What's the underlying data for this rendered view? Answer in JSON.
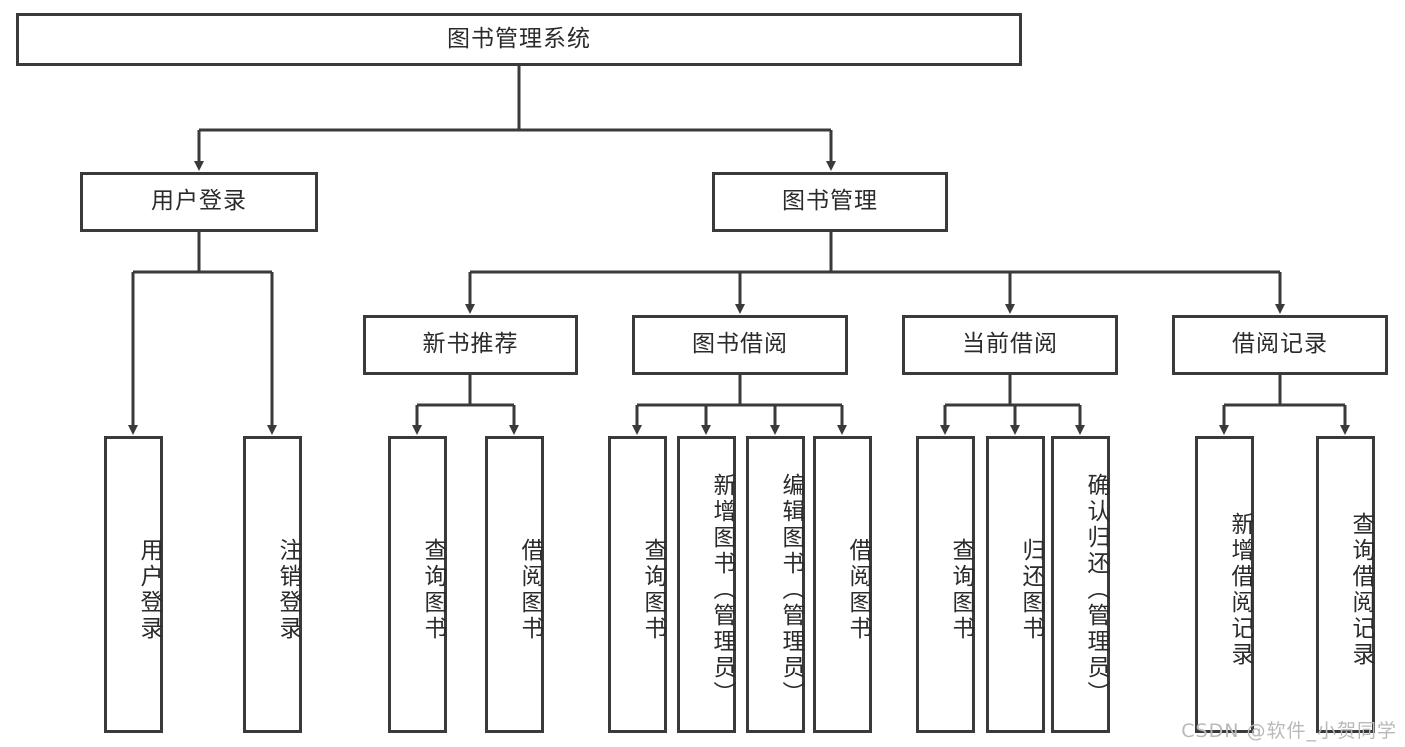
{
  "diagram": {
    "type": "tree",
    "title": "图书管理系统",
    "orientation": "top-down",
    "colors": {
      "box_border": "#3a3a3a",
      "box_fill": "#ffffff",
      "edge": "#3a3a3a",
      "text": "#2b2b2b",
      "watermark": "#b9b9b9"
    },
    "nodes": {
      "root": {
        "label": "图书管理系统"
      },
      "level2": [
        {
          "id": "user-login",
          "label": "用户登录"
        },
        {
          "id": "book-management",
          "label": "图书管理"
        }
      ],
      "level3": [
        {
          "id": "new-book-recommend",
          "label": "新书推荐"
        },
        {
          "id": "book-borrow",
          "label": "图书借阅"
        },
        {
          "id": "current-borrow",
          "label": "当前借阅"
        },
        {
          "id": "borrow-record",
          "label": "借阅记录"
        }
      ],
      "leaves": {
        "user_login": [
          {
            "id": "leaf-user-login",
            "label": "用户登录"
          },
          {
            "id": "leaf-logout",
            "label": "注销登录"
          }
        ],
        "new_book_recommend": [
          {
            "id": "leaf-query-book-1",
            "label": "查询图书"
          },
          {
            "id": "leaf-borrow-book-1",
            "label": "借阅图书"
          }
        ],
        "book_borrow": [
          {
            "id": "leaf-query-book-2",
            "label": "查询图书"
          },
          {
            "id": "leaf-add-book",
            "label": "新增图书（管理员）"
          },
          {
            "id": "leaf-edit-book",
            "label": "编辑图书（管理员）"
          },
          {
            "id": "leaf-borrow-book-2",
            "label": "借阅图书"
          }
        ],
        "current_borrow": [
          {
            "id": "leaf-query-book-3",
            "label": "查询图书"
          },
          {
            "id": "leaf-return-book",
            "label": "归还图书"
          },
          {
            "id": "leaf-confirm-return",
            "label": "确认归还（管理员）"
          }
        ],
        "borrow_record": [
          {
            "id": "leaf-add-record",
            "label": "新增借阅记录"
          },
          {
            "id": "leaf-query-record",
            "label": "查询借阅记录"
          }
        ]
      }
    }
  },
  "watermark": {
    "text": "CSDN @软件_小贺同学"
  }
}
